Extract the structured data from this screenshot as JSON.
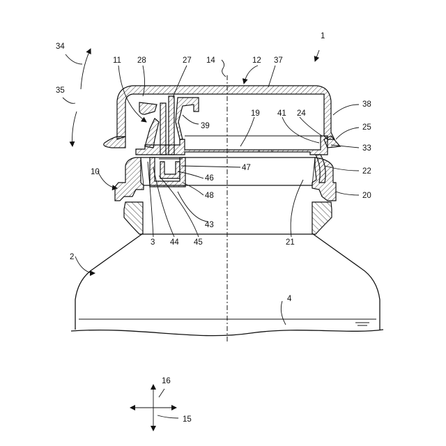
{
  "labels": {
    "l1": "1",
    "l2": "2",
    "l3": "3",
    "l4": "4",
    "l10": "10",
    "l11": "11",
    "l12": "12",
    "l14": "14",
    "l15": "15",
    "l16": "16",
    "l19": "19",
    "l20": "20",
    "l21": "21",
    "l22": "22",
    "l24": "24",
    "l25": "25",
    "l27": "27",
    "l28": "28",
    "l33": "33",
    "l34": "34",
    "l35": "35",
    "l37": "37",
    "l38": "38",
    "l39": "39",
    "l41": "41",
    "l43": "43",
    "l44": "44",
    "l45": "45",
    "l46": "46",
    "l47": "47",
    "l48": "48"
  }
}
